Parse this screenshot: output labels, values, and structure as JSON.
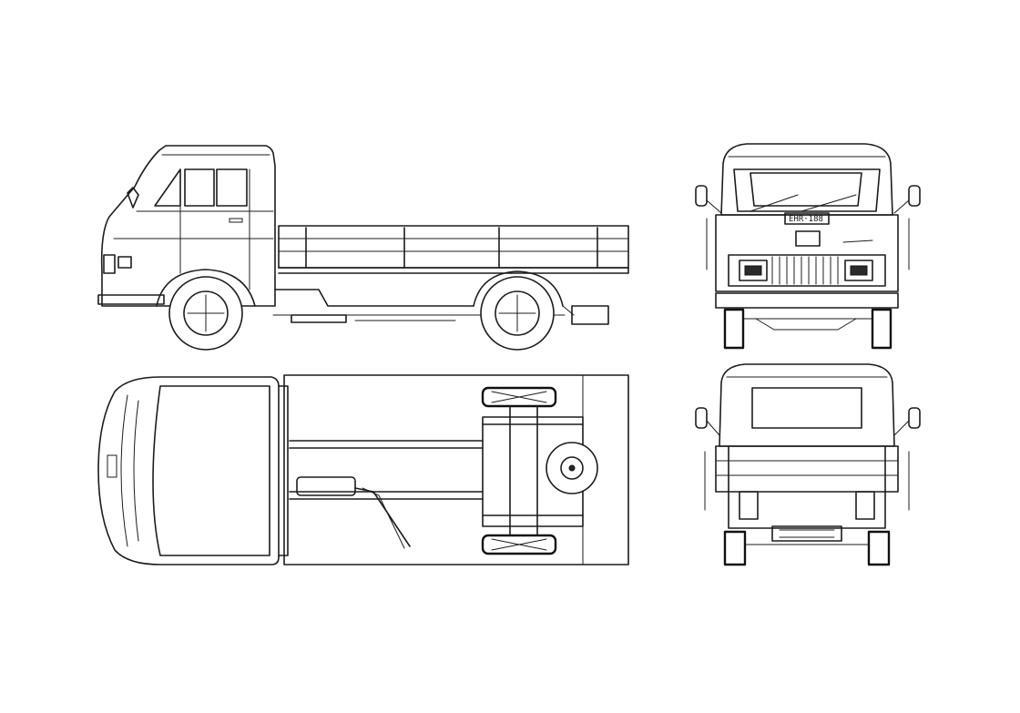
{
  "drawing": {
    "views": [
      {
        "id": "side",
        "label": ""
      },
      {
        "id": "front",
        "label": ""
      },
      {
        "id": "top",
        "label": ""
      },
      {
        "id": "rear",
        "label": ""
      }
    ],
    "plate_text": "EHR·188",
    "line_color": "#1c1c1c",
    "background": "#ffffff"
  }
}
